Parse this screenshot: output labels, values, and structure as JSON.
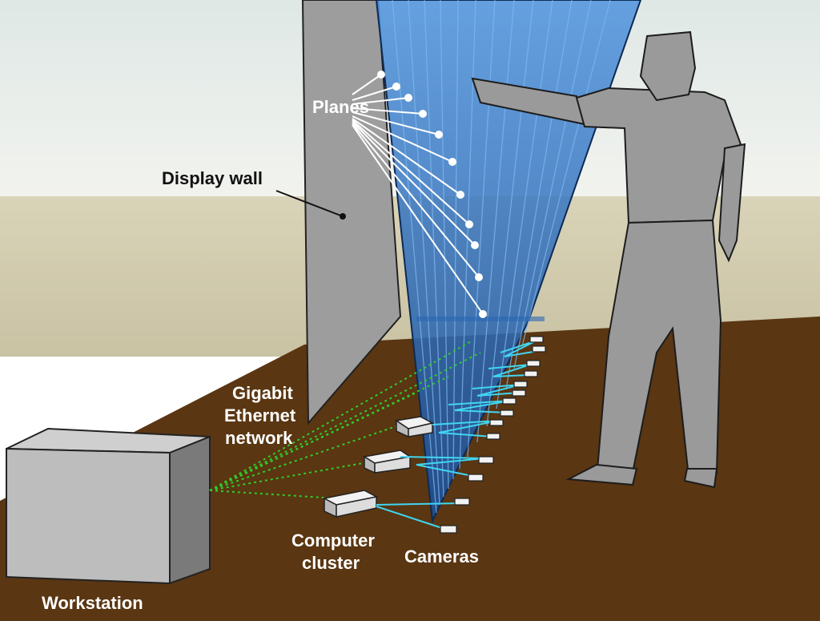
{
  "labels": {
    "planes": "Planes",
    "display_wall": "Display wall",
    "network": [
      "Gigabit",
      "Ethernet",
      "network"
    ],
    "workstation": "Workstation",
    "cluster": [
      "Computer",
      "cluster"
    ],
    "cameras": "Cameras"
  },
  "colors": {
    "floor": "#5a3612",
    "back_wall": "#d8d2b6",
    "sky": "#e9efe9",
    "plane_blue": "#2f74c9",
    "network_green": "#2fcc2a",
    "camera_link": "#3fd6f2",
    "figure_gray": "#9a9a9a"
  }
}
